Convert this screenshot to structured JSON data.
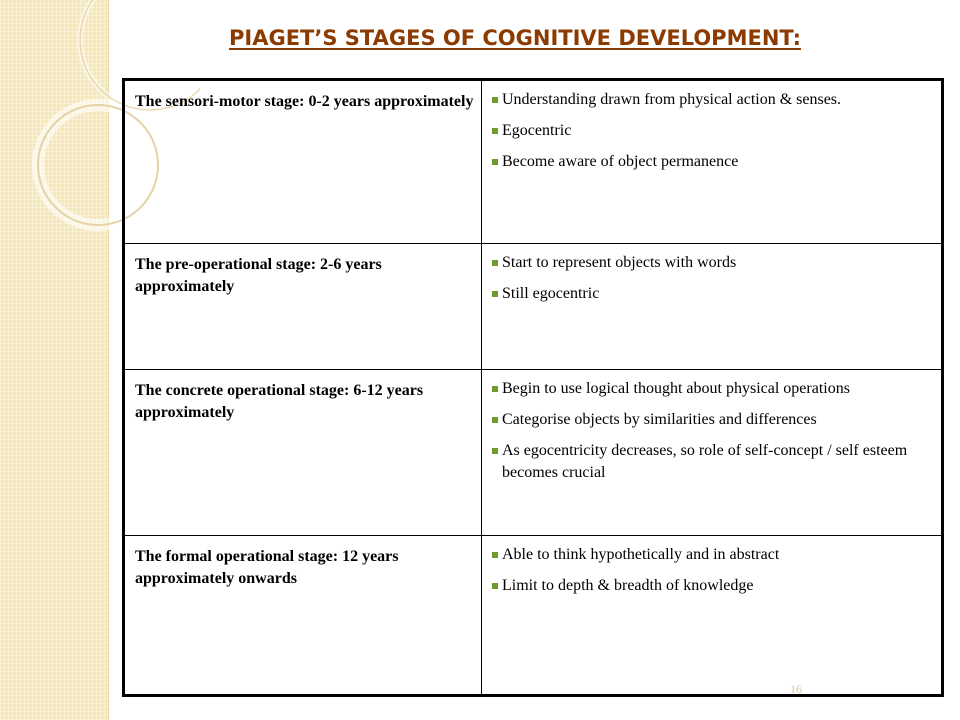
{
  "title": "PIAGET’S STAGES OF COGNITIVE DEVELOPMENT:",
  "rows": [
    {
      "stage": "The sensori-motor stage: 0-2 years approximately",
      "points": [
        "Understanding drawn from physical action & senses.",
        "Egocentric",
        "Become aware of object permanence"
      ]
    },
    {
      "stage": "The pre-operational stage: 2-6 years approximately",
      "points": [
        "Start to represent objects with words",
        "Still egocentric"
      ]
    },
    {
      "stage": "The concrete operational stage: 6-12 years approximately",
      "points": [
        "Begin to use logical thought about physical operations",
        "Categorise objects by similarities and differences",
        "As egocentricity decreases, so role of self-concept / self esteem becomes crucial"
      ]
    },
    {
      "stage": "The formal operational stage: 12 years approximately onwards",
      "points": [
        "Able to think hypothetically and in abstract",
        "Limit to depth & breadth of knowledge"
      ]
    }
  ],
  "page_number": "16",
  "colors": {
    "title": "#8b3a00",
    "bullet": "#6f9b2c",
    "side_band": "#f6e7b8"
  }
}
